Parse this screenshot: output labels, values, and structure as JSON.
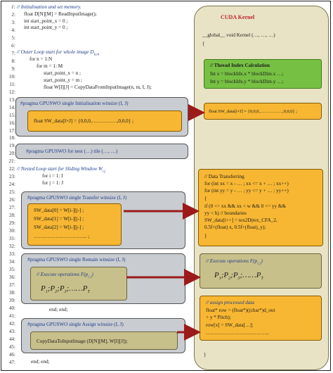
{
  "left_code": {
    "line_numbers": [
      "1:",
      "2:",
      "3:",
      "4:",
      "5:",
      "6:",
      "7:",
      "8:",
      "9:",
      "10:",
      "11:",
      "12:",
      "13:",
      "14:",
      "15:",
      "16:",
      "17:",
      "18:",
      "19:",
      "20:",
      "21:",
      "22:",
      "23:",
      "24:",
      "25:",
      "26:",
      "27:",
      "28:",
      "29:",
      "30:",
      "31:",
      "32:",
      "33:",
      "34:",
      "35:",
      "36:",
      "37:",
      "38:",
      "39:",
      "40:",
      "41:",
      "42:",
      "43:",
      "44:",
      "45:",
      "46:",
      "47:"
    ],
    "init_comment": "// Initialisation and set memory.",
    "l2": "float D[N][M] = ReadInputImage();",
    "l3": "int start_point_x = 0 ;",
    "l4": "int start_point_y = 0 ;",
    "outer_comment": "// Outer Loop start for whole image D",
    "outer_sub": "n,m",
    "l7": "for n = 1:N",
    "l8": "for m = 1: M",
    "l9": "start_point_x = n ;",
    "l10": "start_point_y = m ;",
    "l11": "float W[I][J] = CopyDataFromInputImage(n, m, I, J);",
    "nested_comment": "// Nested Loop start for Sliding Window W",
    "nested_sub": "i,j",
    "l22": "for i = 1: I",
    "l23": "for j = 1: J",
    "end_l35": "end; end;",
    "end_l47": "end; end;"
  },
  "pragma_init": {
    "title": "#pragma GPUSWO single Initialisation winsize (I, J)",
    "code": "float  SW_data[I×J] = {0,0,0,……………,0,0,0} ;"
  },
  "pragma_fornest": {
    "title": "#pragma GPUSWO for nest (…) tile (…, …)"
  },
  "pragma_transfer": {
    "title": "#pragma GPUSWO single Transfer winsize (I, J)",
    "rows": [
      "SW_data[0] = W[i-][j-] ;",
      "SW_data[1] = W[i-][j-] ;",
      "SW_data[2] = W[i-][j-] ;",
      "………………………….. ;"
    ]
  },
  "pragma_remain": {
    "title": "#pragma GPUSWO single Remain winsize (I, J)",
    "op_comment": "// Execute operations",
    "op_fn": "F(p",
    "op_fn_sub": "i, j",
    "op_fn_end": ")"
  },
  "pragma_assign": {
    "title": "#pragma GPUSWO single Assign winsize (I, J)",
    "code": "CopyDataToInputImage (D[N][M], W[I][J]);"
  },
  "formula": {
    "p1": "P",
    "s1": "1",
    "p2": "P",
    "s2": "2",
    "p3": "P",
    "s3": "3",
    "dots": ";……",
    "pt": "P",
    "st": "T",
    "sep": ";"
  },
  "kernel": {
    "title": "CUDA Kernel",
    "signature": "__global__  void Kernel (…, …, …)",
    "brace_open": "{",
    "brace_close": "}",
    "thread_title": "// Thread Index Calculation",
    "thread_l1": "Int x = blockIdx.x * blockDim.x …;",
    "thread_l2": "Int y = blockIdx.y * blockDim.y …;",
    "sw_init": "float SW_data[i×J] = {0,0,0,……………,0,0,0} ;",
    "transfer_lines": [
      "// Data Transferring",
      "for (int xx = x - … ; xx <= x + … ; xx++)",
      "for (int yy = y - … ; yy <= y + … ; yy++)",
      "{",
      "if (0 <= xx && xx < w && 0 <= yy &&",
      "yy < h) // boundaries",
      "SW_data[i++] = tex2D(tex_CFA_2,",
      "0.5f+(float) x, 0.5f+(float)_y);",
      "}"
    ],
    "exec_comment": "// Execute operations",
    "exec_fn": "F(p",
    "exec_fn_sub": "i, j",
    "exec_fn_end": ")",
    "assign_lines": [
      "// assign processed data",
      "float* row = (float*)((char*)d_out",
      "+ y * Pitch);",
      "row[x] = SW_data[…];",
      "……………………………….."
    ]
  }
}
